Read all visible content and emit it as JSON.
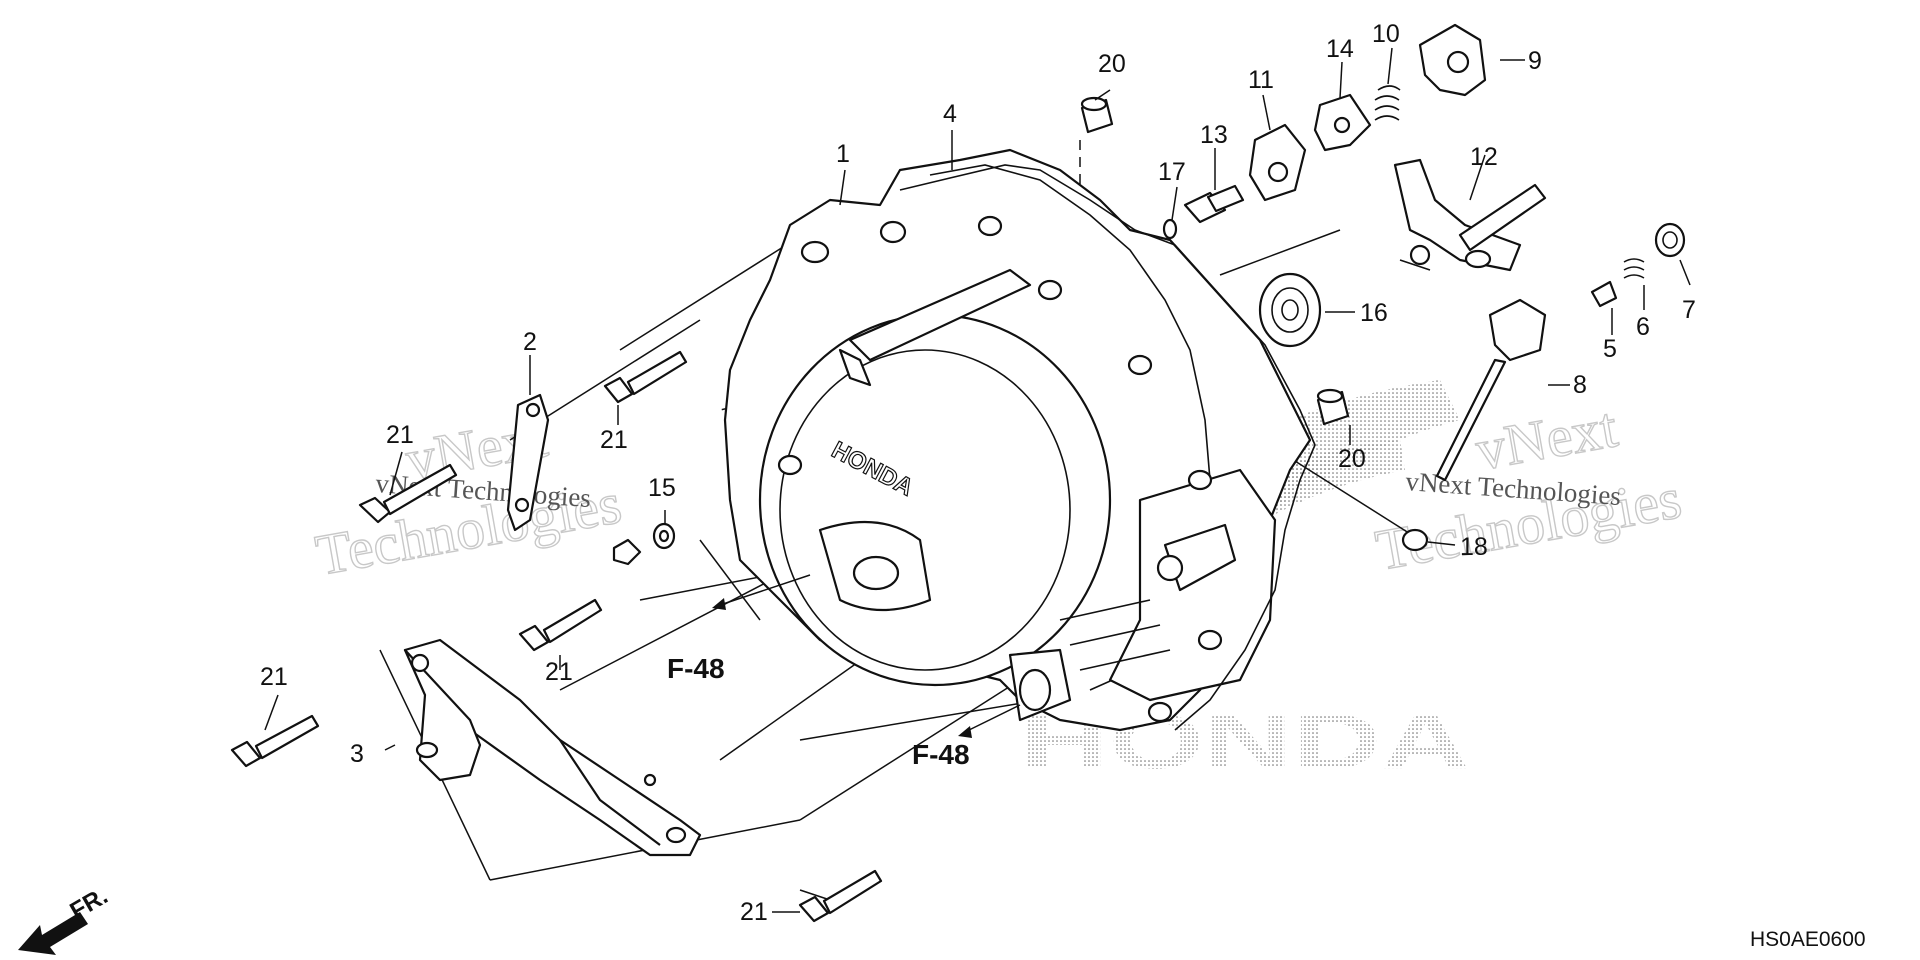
{
  "diagram": {
    "callouts": [
      {
        "id": "1",
        "text": "1"
      },
      {
        "id": "2",
        "text": "2"
      },
      {
        "id": "3",
        "text": "3"
      },
      {
        "id": "4",
        "text": "4"
      },
      {
        "id": "5",
        "text": "5"
      },
      {
        "id": "6",
        "text": "6"
      },
      {
        "id": "7",
        "text": "7"
      },
      {
        "id": "8",
        "text": "8"
      },
      {
        "id": "9",
        "text": "9"
      },
      {
        "id": "10",
        "text": "10"
      },
      {
        "id": "11",
        "text": "11"
      },
      {
        "id": "12",
        "text": "12"
      },
      {
        "id": "13",
        "text": "13"
      },
      {
        "id": "14",
        "text": "14"
      },
      {
        "id": "15",
        "text": "15"
      },
      {
        "id": "16",
        "text": "16"
      },
      {
        "id": "17",
        "text": "17"
      },
      {
        "id": "18",
        "text": "18"
      },
      {
        "id": "20a",
        "text": "20"
      },
      {
        "id": "20b",
        "text": "20"
      },
      {
        "id": "21a",
        "text": "21"
      },
      {
        "id": "21b",
        "text": "21"
      },
      {
        "id": "21c",
        "text": "21"
      },
      {
        "id": "21d",
        "text": "21"
      },
      {
        "id": "21e",
        "text": "21"
      }
    ],
    "references": [
      {
        "text": "F-48"
      },
      {
        "text": "F-48"
      }
    ],
    "cover_logo": "HONDA",
    "ghost_logo": "HONDA",
    "front_indicator": "FR.",
    "watermarks": [
      {
        "line1": "vNext",
        "line2": "Technologies",
        "caption": "vNext Technologies"
      },
      {
        "line1": "vNext",
        "line2": "Technologies",
        "caption": "vNext Technologies"
      }
    ],
    "diagram_code": "HS0AE0600"
  }
}
